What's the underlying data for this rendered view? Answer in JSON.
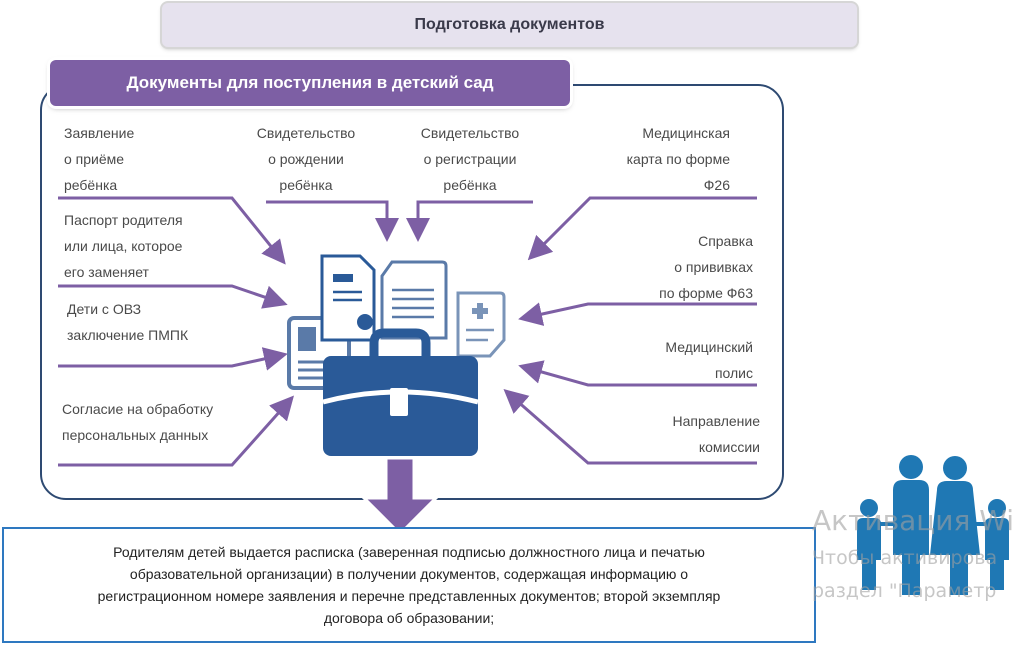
{
  "header": {
    "title": "Подготовка документов"
  },
  "section": {
    "title": "Документы для поступления в детский сад"
  },
  "documents_left": [
    {
      "lines": [
        "Заявление",
        "о приёме",
        "ребёнка"
      ]
    },
    {
      "lines": [
        "Паспорт родителя",
        "или лица, которое",
        "его заменяет"
      ]
    },
    {
      "lines": [
        "Дети с ОВЗ",
        "заключение ПМПК"
      ]
    },
    {
      "lines": [
        "Согласие на обработку",
        "персональных данных"
      ]
    }
  ],
  "documents_top": [
    {
      "lines": [
        "Свидетельство",
        "о рождении",
        "ребёнка"
      ]
    },
    {
      "lines": [
        "Свидетельство",
        "о регистрации",
        "ребёнка"
      ]
    }
  ],
  "documents_right": [
    {
      "lines": [
        "Медицинская",
        "карта по форме",
        "Ф26"
      ]
    },
    {
      "lines": [
        "Справка",
        "о прививках",
        "по форме Ф63"
      ]
    },
    {
      "lines": [
        "Медицинский",
        "полис"
      ]
    },
    {
      "lines": [
        "Направление",
        "комиссии"
      ]
    }
  ],
  "info": {
    "lines": [
      "Родителям детей выдается расписка (заверенная подписью должностного лица и печатью",
      "образовательной организации) в получении документов, содержащая информацию о",
      "регистрационном номере заявления и перечне представленных документов; второй экземпляр",
      "договора об образовании;"
    ]
  },
  "watermark": {
    "line1": "Активация Wi",
    "line2": "Чтобы активирова",
    "line3": "раздел \"Параметр"
  },
  "colors": {
    "accent_purple": "#7d5fa4",
    "frame_navy": "#2e4a72",
    "icon_blue": "#2a5a98",
    "family_blue": "#1f78b4",
    "info_border": "#2e78c0"
  }
}
